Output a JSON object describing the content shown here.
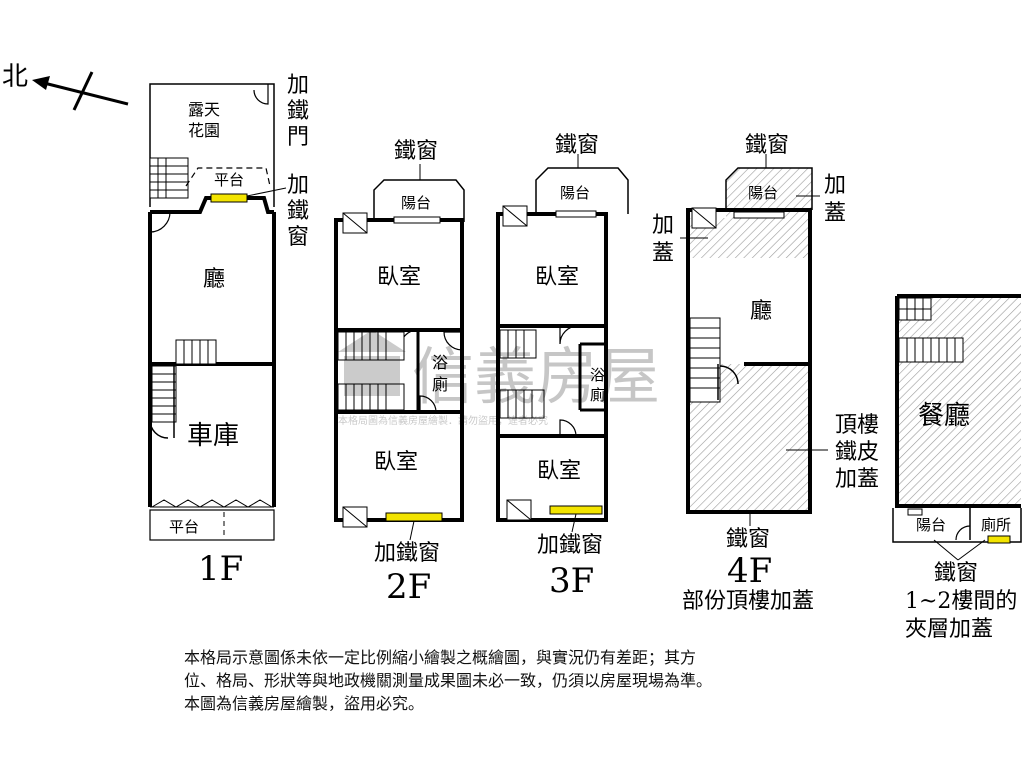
{
  "compass": {
    "label": "北"
  },
  "floors": {
    "f1": {
      "name": "1F",
      "rooms": {
        "garden": [
          "露天",
          "花園"
        ],
        "platform_top": "平台",
        "hall": "廳",
        "garage": "車庫",
        "platform_bottom": "平台"
      },
      "callouts": {
        "iron_door": [
          "加",
          "鐵",
          "門"
        ],
        "iron_window": [
          "加",
          "鐵",
          "窗"
        ]
      }
    },
    "f2": {
      "name": "2F",
      "rooms": {
        "balcony": "陽台",
        "bedroom_top": "臥室",
        "bath": [
          "浴",
          "廁"
        ],
        "bedroom_bottom": "臥室"
      },
      "callouts": {
        "iron_window_top": "鐵窗",
        "iron_window_bottom": "加鐵窗"
      }
    },
    "f3": {
      "name": "3F",
      "rooms": {
        "balcony": "陽台",
        "bedroom_top": "臥室",
        "bath": [
          "浴",
          "廁"
        ],
        "bedroom_bottom": "臥室"
      },
      "callouts": {
        "iron_window_top": "鐵窗",
        "iron_window_bottom": "加鐵窗"
      }
    },
    "f4": {
      "name": "4F",
      "subtitle": "部份頂樓加蓋",
      "rooms": {
        "balcony": "陽台",
        "hall": "廳"
      },
      "callouts": {
        "iron_window_top": "鐵窗",
        "add_right": [
          "加",
          "蓋"
        ],
        "add_left": [
          "加",
          "蓋"
        ],
        "roof_addition": [
          "頂樓",
          "鐵皮",
          "加蓋"
        ],
        "iron_window_bottom": "鐵窗"
      }
    },
    "mezz": {
      "rooms": {
        "dining": "餐廳",
        "balcony": "陽台",
        "toilet": "廁所"
      },
      "callouts": {
        "iron_window": "鐵窗",
        "desc": [
          "1~2樓間的",
          "夾層加蓋"
        ]
      }
    }
  },
  "watermark": {
    "brand": "信義房屋",
    "small": "本格局圖為信義房屋繪製．請勿盜用，違者必究"
  },
  "disclaimer": [
    "本格局示意圖係未依一定比例縮小繪製之概繪圖，與實況仍有差距；其方",
    "位、格局、形狀等與地政機關測量成果圖未必一致，仍須以房屋現場為準。",
    "本圖為信義房屋繪製，盜用必究。"
  ],
  "colors": {
    "wall": "#000000",
    "window_yellow": "#f3e400",
    "hatch": "#9a9a9a"
  }
}
